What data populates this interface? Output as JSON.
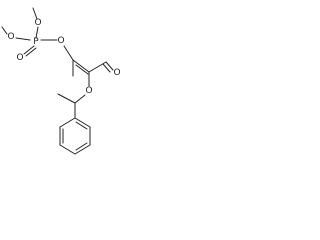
{
  "molecule": {
    "atoms": {
      "o_methoxy_top": "O",
      "o_methoxy_left": "O",
      "p": "P",
      "o_ester_link": "O",
      "o_phosphoryl": "O",
      "o_carbonyl": "O",
      "o_ester": "O"
    }
  }
}
